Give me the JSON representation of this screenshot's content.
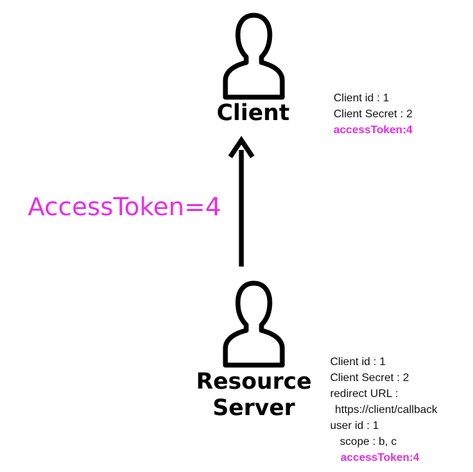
{
  "colors": {
    "accent": "#e62ee6",
    "ink": "#000000",
    "background": "#ffffff"
  },
  "client": {
    "label": "Client",
    "icon": "person-icon",
    "info": [
      {
        "text": "Client id : 1",
        "highlight": false
      },
      {
        "text": "Client Secret : 2",
        "highlight": false
      },
      {
        "text": "accessToken:4",
        "highlight": true
      }
    ]
  },
  "resource_server": {
    "label_line1": "Resource",
    "label_line2": "Server",
    "icon": "person-icon",
    "info": [
      {
        "text": "Client id : 1",
        "highlight": false
      },
      {
        "text": "Client Secret : 2",
        "highlight": false
      },
      {
        "text": "redirect URL :",
        "highlight": false
      },
      {
        "text": "https://client/callback",
        "highlight": false
      },
      {
        "text": "user id : 1",
        "highlight": false
      },
      {
        "text": "scope : b, c",
        "highlight": false
      },
      {
        "text": "accessToken:4",
        "highlight": true
      }
    ]
  },
  "flow": {
    "label": "AccessToken=4",
    "direction": "resource-server-to-client"
  }
}
